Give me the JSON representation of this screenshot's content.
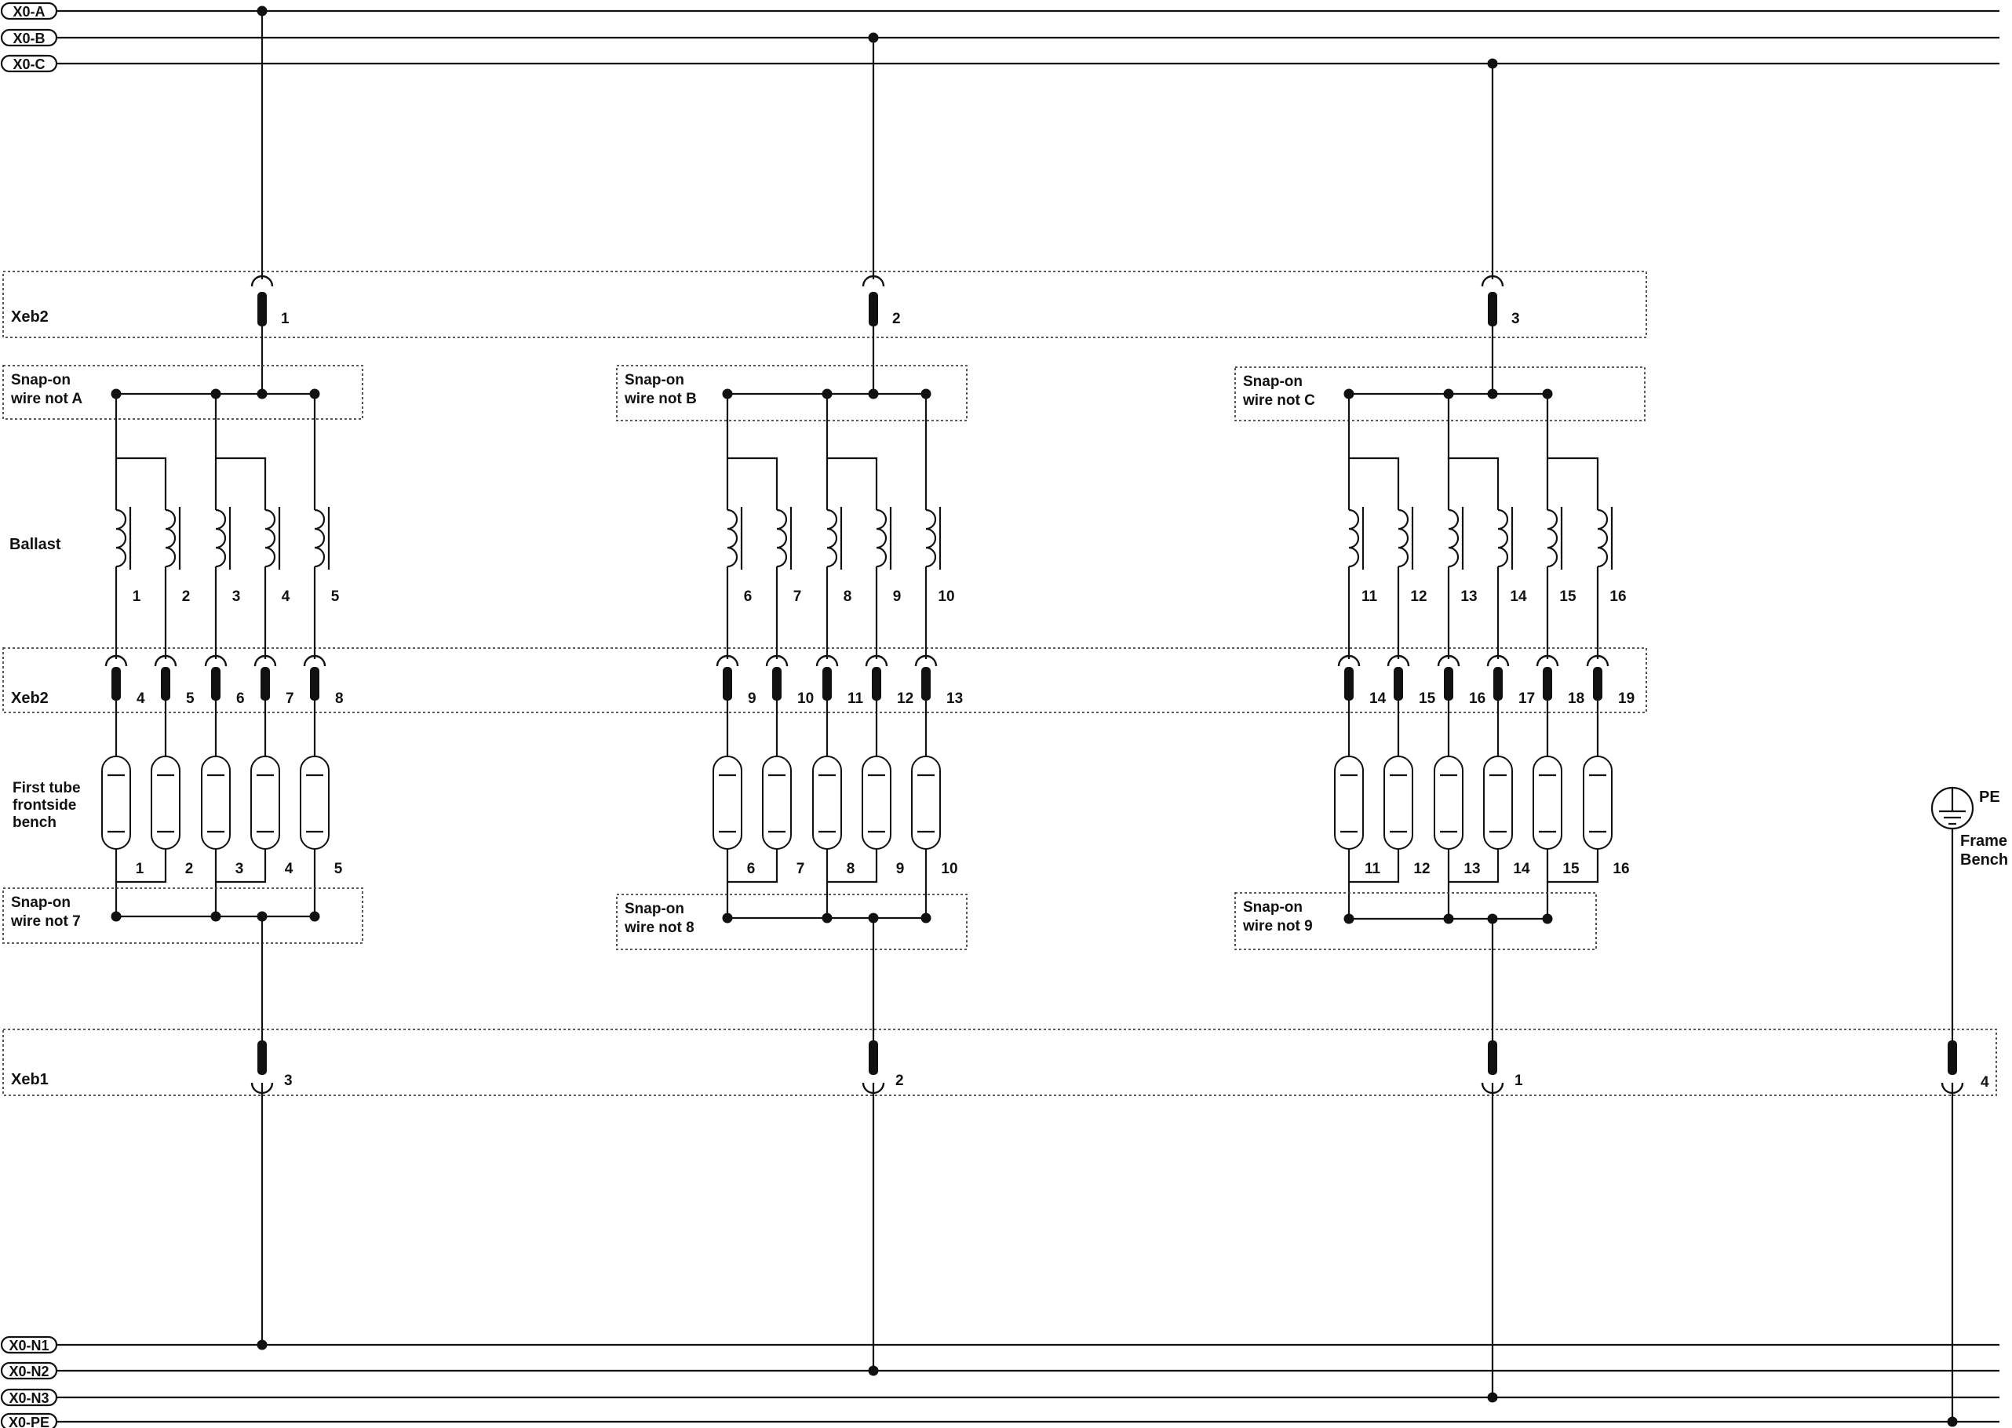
{
  "busbars": {
    "top": [
      "X0-A",
      "X0-B",
      "X0-C"
    ],
    "bottom": [
      "X0-N1",
      "X0-N2",
      "X0-N3",
      "X0-PE"
    ]
  },
  "row_labels": {
    "xeb2_top": "Xeb2",
    "ballast": "Ballast",
    "xeb2_mid": "Xeb2",
    "tube": "First tube frontside bench",
    "xeb1": "Xeb1"
  },
  "groups": [
    {
      "snap_top": "Snap-on wire not A",
      "snap_bottom": "Snap-on wire not 7",
      "xeb2_top_terminal": "1",
      "ballasts": [
        "1",
        "2",
        "3",
        "4",
        "5"
      ],
      "xeb2_terminals": [
        "4",
        "5",
        "6",
        "7",
        "8"
      ],
      "tubes": [
        "1",
        "2",
        "3",
        "4",
        "5"
      ],
      "xeb1_terminal": "3"
    },
    {
      "snap_top": "Snap-on wire not B",
      "snap_bottom": "Snap-on wire not 8",
      "xeb2_top_terminal": "2",
      "ballasts": [
        "6",
        "7",
        "8",
        "9",
        "10"
      ],
      "xeb2_terminals": [
        "9",
        "10",
        "11",
        "12",
        "13"
      ],
      "tubes": [
        "6",
        "7",
        "8",
        "9",
        "10"
      ],
      "xeb1_terminal": "2"
    },
    {
      "snap_top": "Snap-on wire not C",
      "snap_bottom": "Snap-on wire not 9",
      "xeb2_top_terminal": "3",
      "ballasts": [
        "11",
        "12",
        "13",
        "14",
        "15",
        "16"
      ],
      "xeb2_terminals": [
        "14",
        "15",
        "16",
        "17",
        "18",
        "19"
      ],
      "tubes": [
        "11",
        "12",
        "13",
        "14",
        "15",
        "16"
      ],
      "xeb1_terminal": "1"
    }
  ],
  "earth": {
    "symbol": "PE",
    "label": "Frame Bench",
    "xeb1_terminal": "4"
  }
}
